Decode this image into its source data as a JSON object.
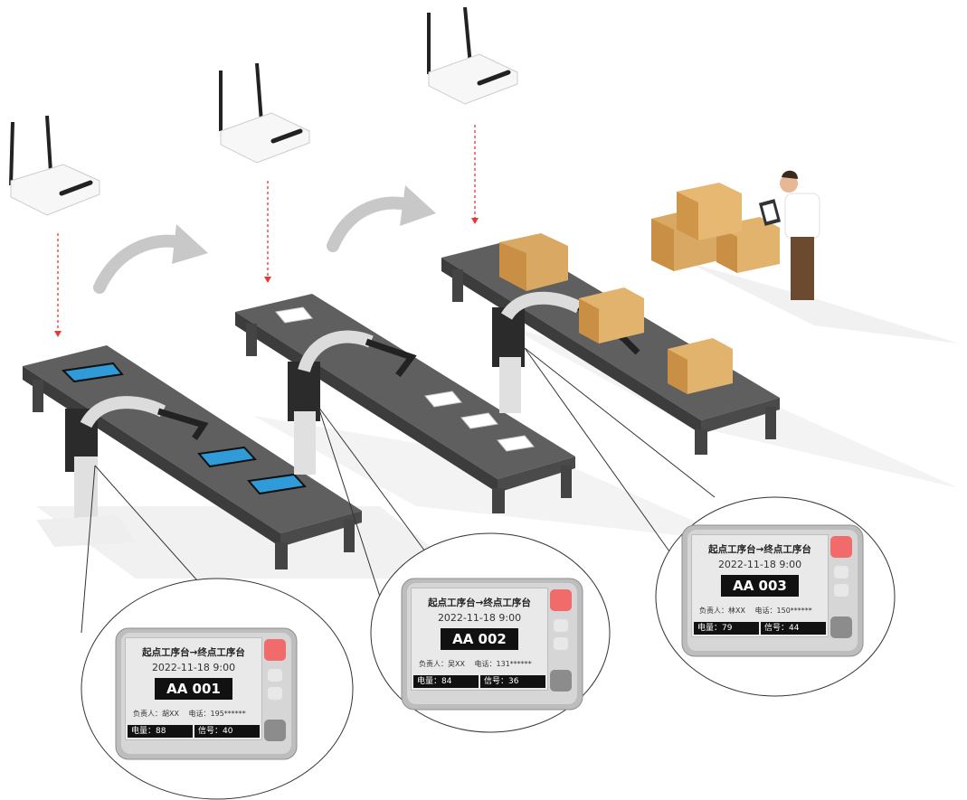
{
  "tags": [
    {
      "route": "起点工序台→终点工序台",
      "datetime": "2022-11-18 9:00",
      "code": "AA 001",
      "owner": "负责人：胡XX",
      "phone": "电话：195******",
      "battery": "电量：88",
      "signal": "信号：40"
    },
    {
      "route": "起点工序台→终点工序台",
      "datetime": "2022-11-18 9:00",
      "code": "AA 002",
      "owner": "负责人：吴XX",
      "phone": "电话：131******",
      "battery": "电量：84",
      "signal": "信号：36"
    },
    {
      "route": "起点工序台→终点工序台",
      "datetime": "2022-11-18 9:00",
      "code": "AA 003",
      "owner": "负责人：林XX",
      "phone": "电话：150******",
      "battery": "电量：79",
      "signal": "信号：44"
    }
  ],
  "colors": {
    "belt": "#5f5f5f",
    "belt_dark": "#3c3c3c",
    "box": "#d9a862",
    "router": "#f5f5f5",
    "arrow": "#bdbdbd",
    "signal_line": "#e53935",
    "led": "#f26b6b"
  },
  "icons": [
    "router-icon",
    "conveyor-icon",
    "robot-arm-icon",
    "tablet-icon",
    "sim-card-icon",
    "cardboard-box-icon",
    "worker-icon",
    "flow-arrow-icon"
  ]
}
